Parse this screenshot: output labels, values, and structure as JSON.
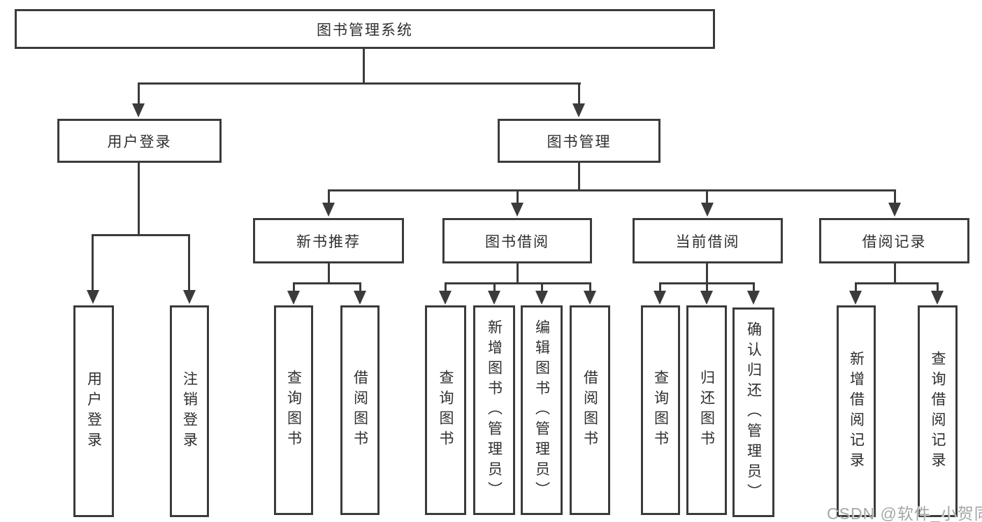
{
  "diagram": {
    "root": "图书管理系统",
    "level2": {
      "user_login_group": "用户登录",
      "book_mgmt_group": "图书管理"
    },
    "level3": {
      "new_book_rec": "新书推荐",
      "book_borrow": "图书借阅",
      "current_borrow": "当前借阅",
      "borrow_records": "借阅记录"
    },
    "leaves": {
      "user_login": "用户登录",
      "logout_login": "注销登录",
      "rec_query_book": "查询图书",
      "rec_borrow_book": "借阅图书",
      "bb_query_book": "查询图书",
      "bb_add_book": "新增图书（管理员）",
      "bb_edit_book": "编辑图书（管理员）",
      "bb_borrow_book": "借阅图书",
      "cb_query_book": "查询图书",
      "cb_return_book": "归还图书",
      "cb_confirm_return": "确认归还（管理员）",
      "br_add_record": "新增借阅记录",
      "br_query_record": "查询借阅记录"
    },
    "colors": {
      "line": "#3b3b3b",
      "text": "#2f2f2f",
      "background": "#ffffff",
      "watermark": "#a6a6a6"
    }
  },
  "watermark": "CSDN @软件_小贺同学"
}
